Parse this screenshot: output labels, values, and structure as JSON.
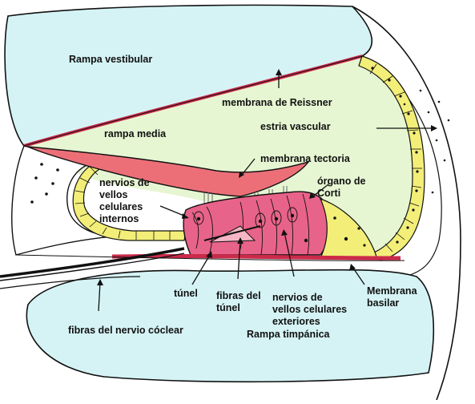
{
  "labels": {
    "rampa_vestibular": "Rampa vestibular",
    "membrana_reissner": "membrana de Reissner",
    "rampa_media": "rampa media",
    "estria_vascular": "estria vascular",
    "membrana_tectoria": "membrana tectoria",
    "organo_corti_1": "órgano de",
    "organo_corti_2": "Corti",
    "nervios_internos_1": "nervios de",
    "nervios_internos_2": "vellos",
    "nervios_internos_3": "celulares",
    "nervios_internos_4": "internos",
    "tunel": "túnel",
    "fibras_tunel_1": "fibras del",
    "fibras_tunel_2": "túnel",
    "nervios_exteriores_1": "nervios de",
    "nervios_exteriores_2": "vellos celulares",
    "nervios_exteriores_3": "exteriores",
    "rampa_timpanica": "Rampa timpánica",
    "membrana_basilar_1": "Membrana",
    "membrana_basilar_2": "basilar",
    "fibras_nervio_coclear": "fibras del nervio cóclear"
  },
  "colors": {
    "fluid_blue": "#d5f3f5",
    "media_green": "#e6f6d2",
    "membrane_red": "#cc2a4a",
    "tectorial_pink": "#ec6f78",
    "corti_pink": "#e8638a",
    "cell_yellow": "#f2ee78",
    "outline": "#111111"
  }
}
